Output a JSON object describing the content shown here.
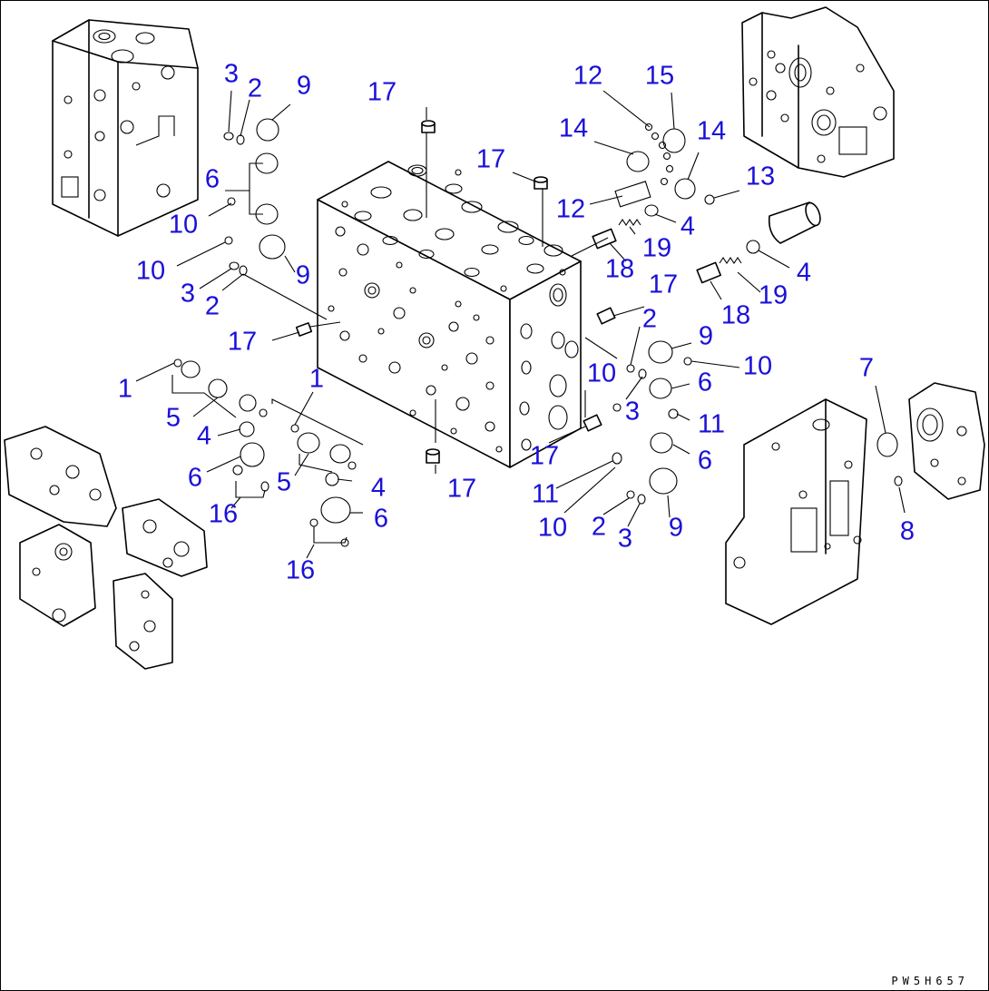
{
  "drawing_code": "PW5H657",
  "labels": [
    {
      "id": "l-3a",
      "text": "3"
    },
    {
      "id": "l-2a",
      "text": "2"
    },
    {
      "id": "l-9a",
      "text": "9"
    },
    {
      "id": "l-17a",
      "text": "17"
    },
    {
      "id": "l-12a",
      "text": "12"
    },
    {
      "id": "l-15",
      "text": "15"
    },
    {
      "id": "l-14a",
      "text": "14"
    },
    {
      "id": "l-14b",
      "text": "14"
    },
    {
      "id": "l-17b",
      "text": "17"
    },
    {
      "id": "l-13",
      "text": "13"
    },
    {
      "id": "l-6a",
      "text": "6"
    },
    {
      "id": "l-12b",
      "text": "12"
    },
    {
      "id": "l-4a",
      "text": "4"
    },
    {
      "id": "l-10a",
      "text": "10"
    },
    {
      "id": "l-19a",
      "text": "19"
    },
    {
      "id": "l-10b",
      "text": "10"
    },
    {
      "id": "l-18a",
      "text": "18"
    },
    {
      "id": "l-4b",
      "text": "4"
    },
    {
      "id": "l-9b",
      "text": "9"
    },
    {
      "id": "l-3b",
      "text": "3"
    },
    {
      "id": "l-17c",
      "text": "17"
    },
    {
      "id": "l-19b",
      "text": "19"
    },
    {
      "id": "l-2b",
      "text": "2"
    },
    {
      "id": "l-18b",
      "text": "18"
    },
    {
      "id": "l-2c",
      "text": "2"
    },
    {
      "id": "l-17d",
      "text": "17"
    },
    {
      "id": "l-9c",
      "text": "9"
    },
    {
      "id": "l-10c",
      "text": "10"
    },
    {
      "id": "l-10d",
      "text": "10"
    },
    {
      "id": "l-7",
      "text": "7"
    },
    {
      "id": "l-1a",
      "text": "1"
    },
    {
      "id": "l-1b",
      "text": "1"
    },
    {
      "id": "l-6b",
      "text": "6"
    },
    {
      "id": "l-3c",
      "text": "3"
    },
    {
      "id": "l-11a",
      "text": "11"
    },
    {
      "id": "l-5a",
      "text": "5"
    },
    {
      "id": "l-4c",
      "text": "4"
    },
    {
      "id": "l-17e",
      "text": "17"
    },
    {
      "id": "l-6c",
      "text": "6"
    },
    {
      "id": "l-5b",
      "text": "5"
    },
    {
      "id": "l-4d",
      "text": "4"
    },
    {
      "id": "l-17f",
      "text": "17"
    },
    {
      "id": "l-11b",
      "text": "11"
    },
    {
      "id": "l-6d",
      "text": "6"
    },
    {
      "id": "l-16a",
      "text": "16"
    },
    {
      "id": "l-6e",
      "text": "6"
    },
    {
      "id": "l-10e",
      "text": "10"
    },
    {
      "id": "l-2d",
      "text": "2"
    },
    {
      "id": "l-9d",
      "text": "9"
    },
    {
      "id": "l-3d",
      "text": "3"
    },
    {
      "id": "l-8",
      "text": "8"
    },
    {
      "id": "l-16b",
      "text": "16"
    }
  ]
}
